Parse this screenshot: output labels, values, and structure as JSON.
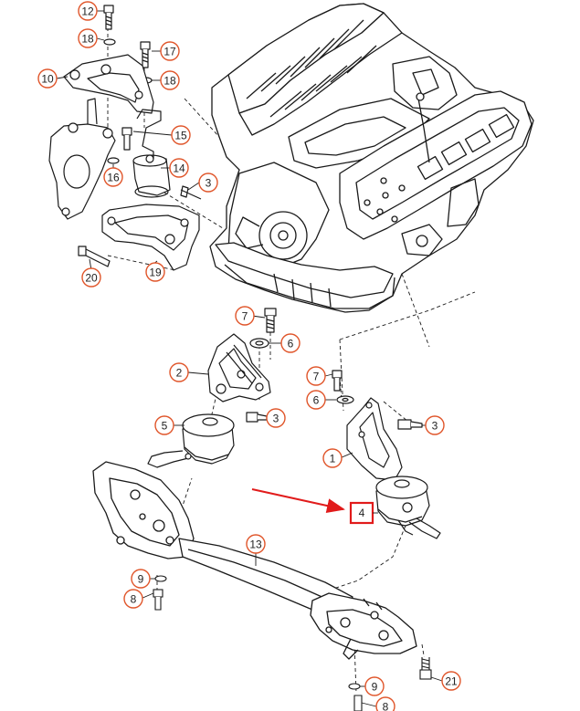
{
  "colors": {
    "line": "#1a1a1a",
    "callout_circle": "#e0552a",
    "highlight_box": "#e11b1b",
    "highlight_arrow": "#e11b1b"
  },
  "callouts": [
    {
      "id": "c12",
      "label": "12"
    },
    {
      "id": "c18a",
      "label": "18"
    },
    {
      "id": "c17",
      "label": "17"
    },
    {
      "id": "c10",
      "label": "10"
    },
    {
      "id": "c18b",
      "label": "18"
    },
    {
      "id": "c15",
      "label": "15"
    },
    {
      "id": "c14",
      "label": "14"
    },
    {
      "id": "c16",
      "label": "16"
    },
    {
      "id": "c3a",
      "label": "3"
    },
    {
      "id": "c20",
      "label": "20"
    },
    {
      "id": "c19",
      "label": "19"
    },
    {
      "id": "c7a",
      "label": "7"
    },
    {
      "id": "c6a",
      "label": "6"
    },
    {
      "id": "c2",
      "label": "2"
    },
    {
      "id": "c7b",
      "label": "7"
    },
    {
      "id": "c6b",
      "label": "6"
    },
    {
      "id": "c5",
      "label": "5"
    },
    {
      "id": "c3b",
      "label": "3"
    },
    {
      "id": "c3c",
      "label": "3"
    },
    {
      "id": "c1",
      "label": "1"
    },
    {
      "id": "c13",
      "label": "13"
    },
    {
      "id": "c9a",
      "label": "9"
    },
    {
      "id": "c8a",
      "label": "8"
    },
    {
      "id": "c9b",
      "label": "9"
    },
    {
      "id": "c21",
      "label": "21"
    },
    {
      "id": "c8b",
      "label": "8"
    }
  ],
  "highlight": {
    "label": "4"
  }
}
